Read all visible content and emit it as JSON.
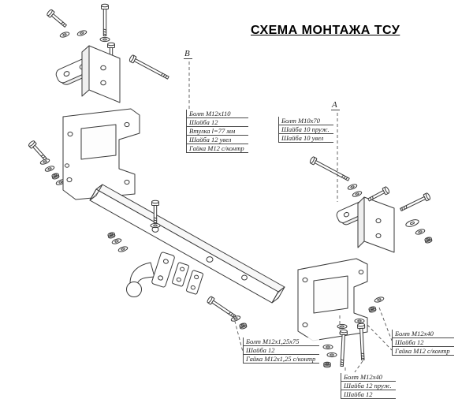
{
  "title": "СХЕМА МОНТАЖА ТСУ",
  "markers": {
    "a": "A",
    "b": "B"
  },
  "callouts": {
    "b": {
      "lines": [
        "Болт M12x110",
        "Шайба 12",
        "Втулка l=77 мм",
        "Шайба 12 увел",
        "Гайка M12 с/контр"
      ]
    },
    "a": {
      "lines": [
        "Болт M10x70",
        "Шайба 10 пруж.",
        "Шайба 10 увел"
      ]
    },
    "center_bottom": {
      "lines": [
        "Болт M12x1,25x75",
        "Шайба 12",
        "Гайка M12x1,25 с/контр"
      ]
    },
    "right_bottom": {
      "lines": [
        "Болт M12x40",
        "Шайба 12",
        "Гайка M12 с/контр"
      ]
    },
    "mid_bottom": {
      "lines": [
        "Болт M12x40",
        "Шайба 12 пруж.",
        "Шайба 12"
      ]
    }
  },
  "colors": {
    "line": "#3a3a3a",
    "dash": "#555555",
    "background": "#ffffff"
  }
}
